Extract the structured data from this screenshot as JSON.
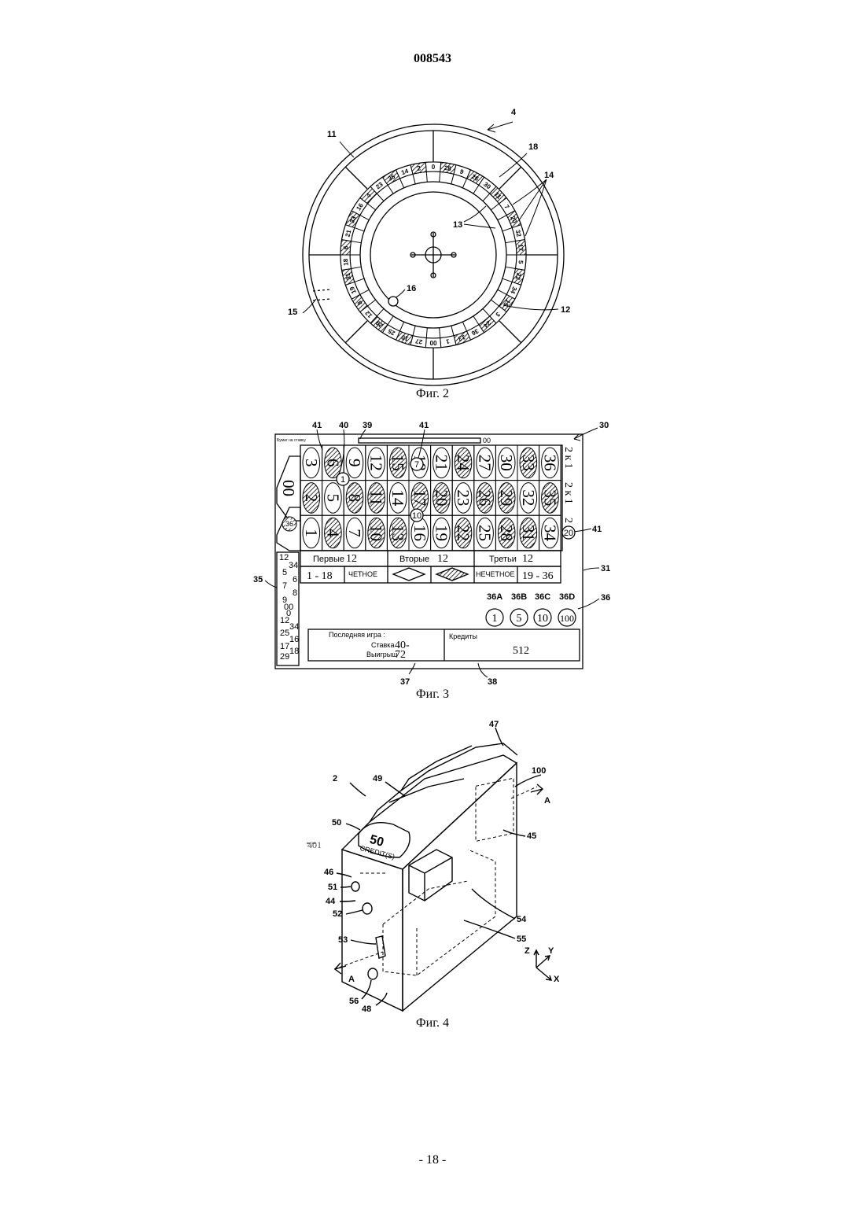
{
  "page": {
    "number": "008543",
    "footer": "- 18 -"
  },
  "fig2": {
    "caption": "Фиг. 2",
    "refs": [
      "4",
      "11",
      "18",
      "14",
      "13",
      "15",
      "16",
      "12"
    ],
    "wheel_numbers": [
      "0",
      "28",
      "9",
      "26",
      "30",
      "11",
      "7",
      "20",
      "32",
      "17",
      "5",
      "22",
      "34",
      "15",
      "3",
      "24",
      "36",
      "13",
      "1",
      "00",
      "27",
      "10",
      "25",
      "29",
      "12",
      "8",
      "19",
      "31",
      "18",
      "6",
      "21",
      "33",
      "16",
      "4",
      "23",
      "35",
      "14",
      "2"
    ]
  },
  "fig3": {
    "caption": "Фиг. 3",
    "title_small": "Бумаг на ставку",
    "timer_value": "00",
    "refs": [
      "41",
      "40",
      "39",
      "41",
      "30",
      "41",
      "31",
      "35",
      "36",
      "37",
      "38"
    ],
    "left_zero_top": "00",
    "left_zero_bottom": "36",
    "grid_rows": [
      [
        "3",
        "6",
        "9",
        "12",
        "15",
        "18",
        "21",
        "24",
        "27",
        "30",
        "33",
        "36"
      ],
      [
        "2",
        "5",
        "8",
        "11",
        "14",
        "17",
        "20",
        "23",
        "26",
        "29",
        "32",
        "35"
      ],
      [
        "1",
        "4",
        "7",
        "10",
        "13",
        "16",
        "19",
        "22",
        "25",
        "28",
        "31",
        "34"
      ]
    ],
    "column_bets": [
      "2 к 1",
      "2 к 1",
      "2 к 1"
    ],
    "chips": [
      "1",
      "7",
      "10",
      "20"
    ],
    "dozens": [
      {
        "label": "Первые",
        "num": "12"
      },
      {
        "label": "Вторые",
        "num": "12"
      },
      {
        "label": "Третьи",
        "num": "12"
      }
    ],
    "outside": {
      "low": "1 - 18",
      "even": "ЧЕТНОЕ",
      "odd": "НЕЧЕТНОЕ",
      "high": "19 - 36"
    },
    "history": [
      "12",
      "34",
      "5",
      "6",
      "7",
      "8",
      "9",
      "00",
      "0",
      "12",
      "34",
      "25",
      "16",
      "17",
      "18",
      "29"
    ],
    "denominations": [
      {
        "ref": "36A",
        "value": "1"
      },
      {
        "ref": "36B",
        "value": "5"
      },
      {
        "ref": "36C",
        "value": "10"
      },
      {
        "ref": "36D",
        "value": "100"
      }
    ],
    "last_game": {
      "title": "Последняя игра :",
      "bet_label": "Ставка",
      "bet_value": "40-",
      "win_label": "Выигрыш",
      "win_value": "72"
    },
    "credits": {
      "label": "Кредиты",
      "value": "512"
    }
  },
  "fig4": {
    "caption": "Фиг. 4",
    "refs": [
      "47",
      "2",
      "49",
      "100",
      "50",
      "45",
      "46",
      "51",
      "44",
      "52",
      "54",
      "53",
      "55",
      "56",
      "48"
    ],
    "display_value": "50",
    "display_label": "CREDIT(S)",
    "handwritten": "401",
    "section": "A",
    "axes": [
      "Z",
      "Y",
      "X"
    ]
  }
}
